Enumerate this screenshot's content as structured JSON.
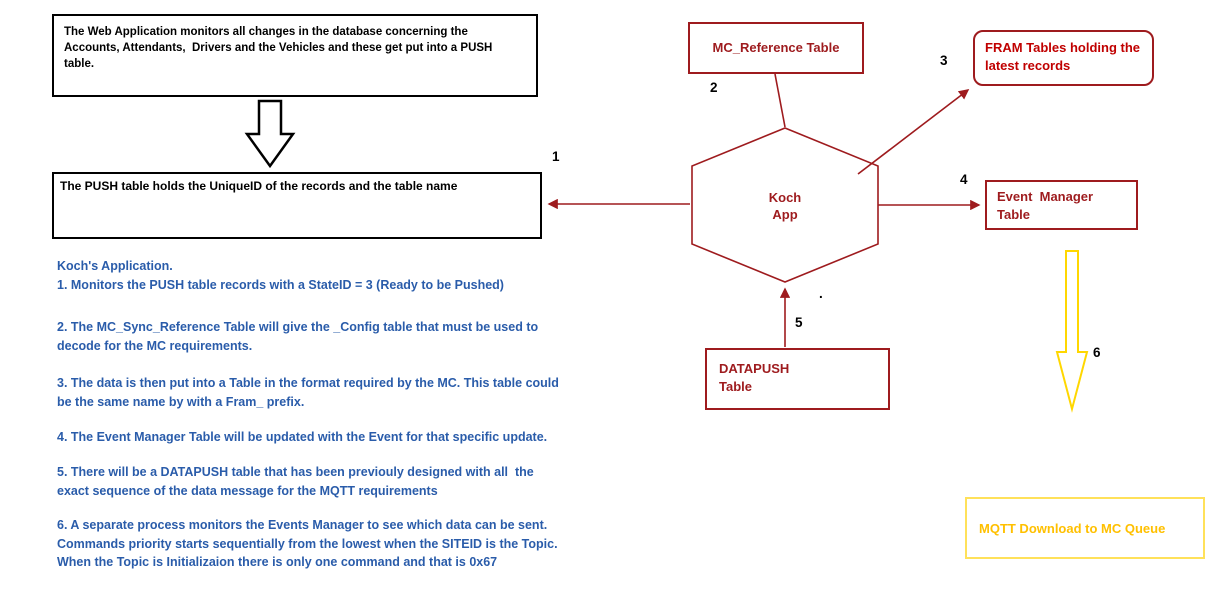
{
  "colors": {
    "dark_red": "#9e1b1e",
    "red": "#c00000",
    "blue": "#2a5caa",
    "yellow_text": "#ffc000",
    "yellow_border": "#ffe15a",
    "yellow_arrow": "#ffd700"
  },
  "boxes": {
    "web_app": "The Web Application monitors all changes in the database concerning the\nAccounts, Attendants,  Drivers and the Vehicles and these get put into a PUSH\ntable.",
    "push_table": "The PUSH table holds the UniqueID of the records and the table name"
  },
  "notes": {
    "paragraphs": [
      "Koch's Application.\n1. Monitors the PUSH table records with a StateID = 3 (Ready to be Pushed)",
      "2. The MC_Sync_Reference Table will give the _Config table that must be used to\ndecode for the MC requirements.",
      "3. The data is then put into a Table in the format required by the MC. This table could\nbe the same name by with a Fram_ prefix.",
      "4. The Event Manager Table will be updated with the Event for that specific update.",
      "5. There will be a DATAPUSH table that has been previouly designed with all  the\nexact sequence of the data message for the MQTT requirements",
      "6. A separate process monitors the Events Manager to see which data can be sent.\nCommands priority starts sequentially from the lowest when the SITEID is the Topic.\nWhen the Topic is Initializaion there is only one command and that is 0x67"
    ]
  },
  "diagram": {
    "mc_reference_table": "MC_Reference Table",
    "fram_tables": "FRAM Tables holding the\nlatest records",
    "koch_app": "Koch\nApp",
    "event_manager_table": "Event  Manager\nTable",
    "datapush_table": "DATAPUSH\nTable",
    "step_numbers": [
      "1",
      "2",
      "3",
      "4",
      "5",
      "6"
    ],
    "stray_dot": "."
  },
  "mqtt": {
    "label": "MQTT Download to MC Queue"
  }
}
